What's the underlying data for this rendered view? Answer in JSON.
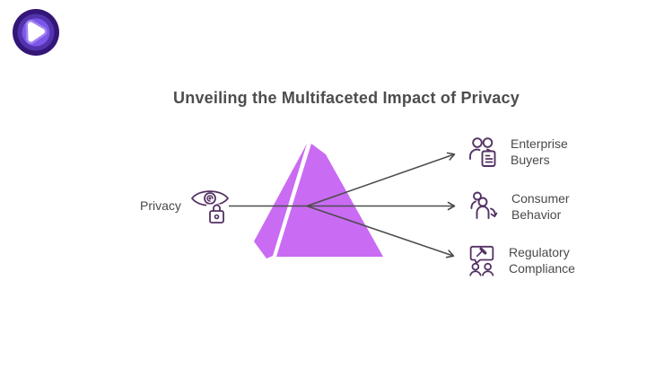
{
  "title": {
    "text": "Unveiling the Multifaceted Impact of Privacy"
  },
  "brand": {
    "logo_name": "purevpn-style-logo",
    "outer_ring_color": "#331677",
    "mid_ring_color": "#5233ad",
    "inner_ring_color": "#7b56e8",
    "halo_color": "#a183f2",
    "blob_color": "#ffffff"
  },
  "colors": {
    "background": "#ffffff",
    "prism": "#ca6bf4",
    "prism_gap": "#ffffff",
    "line": "#4d4d4d",
    "icon_stroke": "#533263",
    "text": "#494949",
    "title_text": "#4d4d4d"
  },
  "diagram": {
    "source": {
      "label": "Privacy",
      "icon": "privacy-eye-lock-icon"
    },
    "prism": {
      "shape": "triangular-prism"
    },
    "outputs": [
      {
        "label": "Enterprise Buyers",
        "icon": "enterprise-buyers-icon"
      },
      {
        "label": "Consumer Behavior",
        "icon": "consumer-behavior-icon"
      },
      {
        "label": "Regulatory Compliance",
        "icon": "regulatory-compliance-icon"
      }
    ]
  }
}
